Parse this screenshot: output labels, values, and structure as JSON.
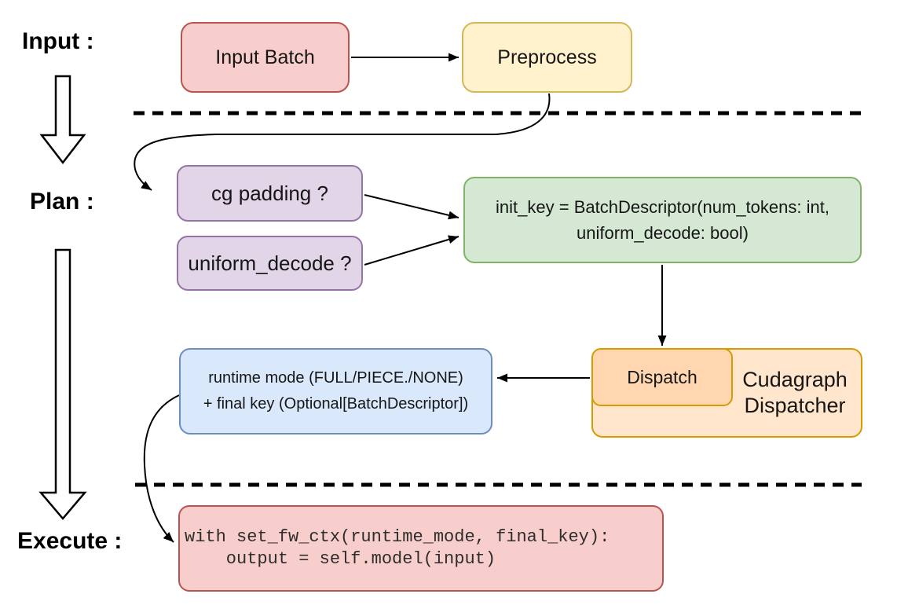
{
  "diagram": {
    "stage_labels": {
      "input": "Input :",
      "plan": "Plan :",
      "execute": "Execute :"
    },
    "nodes": {
      "input_batch": {
        "label": "Input Batch",
        "fill": "#f8cecc",
        "stroke": "#b85450"
      },
      "preprocess": {
        "label": "Preprocess",
        "fill": "#fff2cc",
        "stroke": "#d6b656"
      },
      "cg_padding": {
        "label": "cg padding ?",
        "fill": "#e1d5e7",
        "stroke": "#9673a6"
      },
      "uniform_decode": {
        "label": "uniform_decode ?",
        "fill": "#e1d5e7",
        "stroke": "#9673a6"
      },
      "init_key": {
        "line1": "init_key = BatchDescriptor(num_tokens: int,",
        "line2": "uniform_decode: bool)",
        "fill": "#d5e8d4",
        "stroke": "#82b366"
      },
      "runtime_final_key": {
        "line1": "runtime mode (FULL/PIECE./NONE)",
        "line2": "+ final key (Optional[BatchDescriptor])",
        "fill": "#dae8fc",
        "stroke": "#6c8ebf"
      },
      "dispatch": {
        "label": "Dispatch",
        "fill": "#ffd6b0",
        "stroke": "#d79b00"
      },
      "cudagraph_dispatcher": {
        "line1": "Cudagraph",
        "line2": "Dispatcher",
        "fill": "#ffe6cc",
        "stroke": "#d79b00"
      },
      "execute_code": {
        "line1": "with set_fw_ctx(runtime_mode, final_key):",
        "line2": "    output = self.model(input)",
        "fill": "#f8cecc",
        "stroke": "#b85450"
      }
    },
    "colors": {
      "connector": "#000000",
      "background": "#ffffff"
    }
  }
}
